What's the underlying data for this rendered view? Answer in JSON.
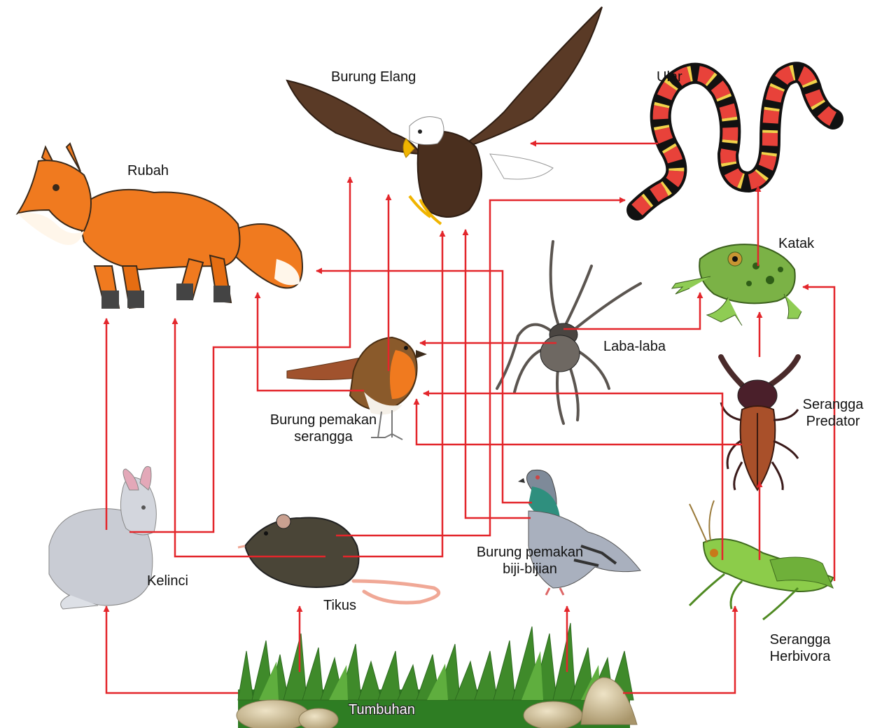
{
  "organisms": {
    "burung_elang": "Burung Elang",
    "ular": "Ular",
    "rubah": "Rubah",
    "katak": "Katak",
    "laba_laba": "Laba-laba",
    "burung_pemakan_serangga_1": "Burung pemakan",
    "burung_pemakan_serangga_2": "serangga",
    "serangga_predator_1": "Serangga",
    "serangga_predator_2": "Predator",
    "kelinci": "Kelinci",
    "tikus": "Tikus",
    "burung_pemakan_biji_1": "Burung pemakan",
    "burung_pemakan_biji_2": "biji-bijian",
    "serangga_herbivora_1": "Serangga",
    "serangga_herbivora_2": "Herbivora",
    "tumbuhan": "Tumbuhan"
  },
  "colors": {
    "arrow": "#e3262b",
    "fox": "#f07a1f",
    "eagle": "#5a3a26",
    "snake_red": "#e8423a",
    "frog": "#7bb246",
    "grass": "#3f8a2a",
    "rock": "#c9b690"
  }
}
